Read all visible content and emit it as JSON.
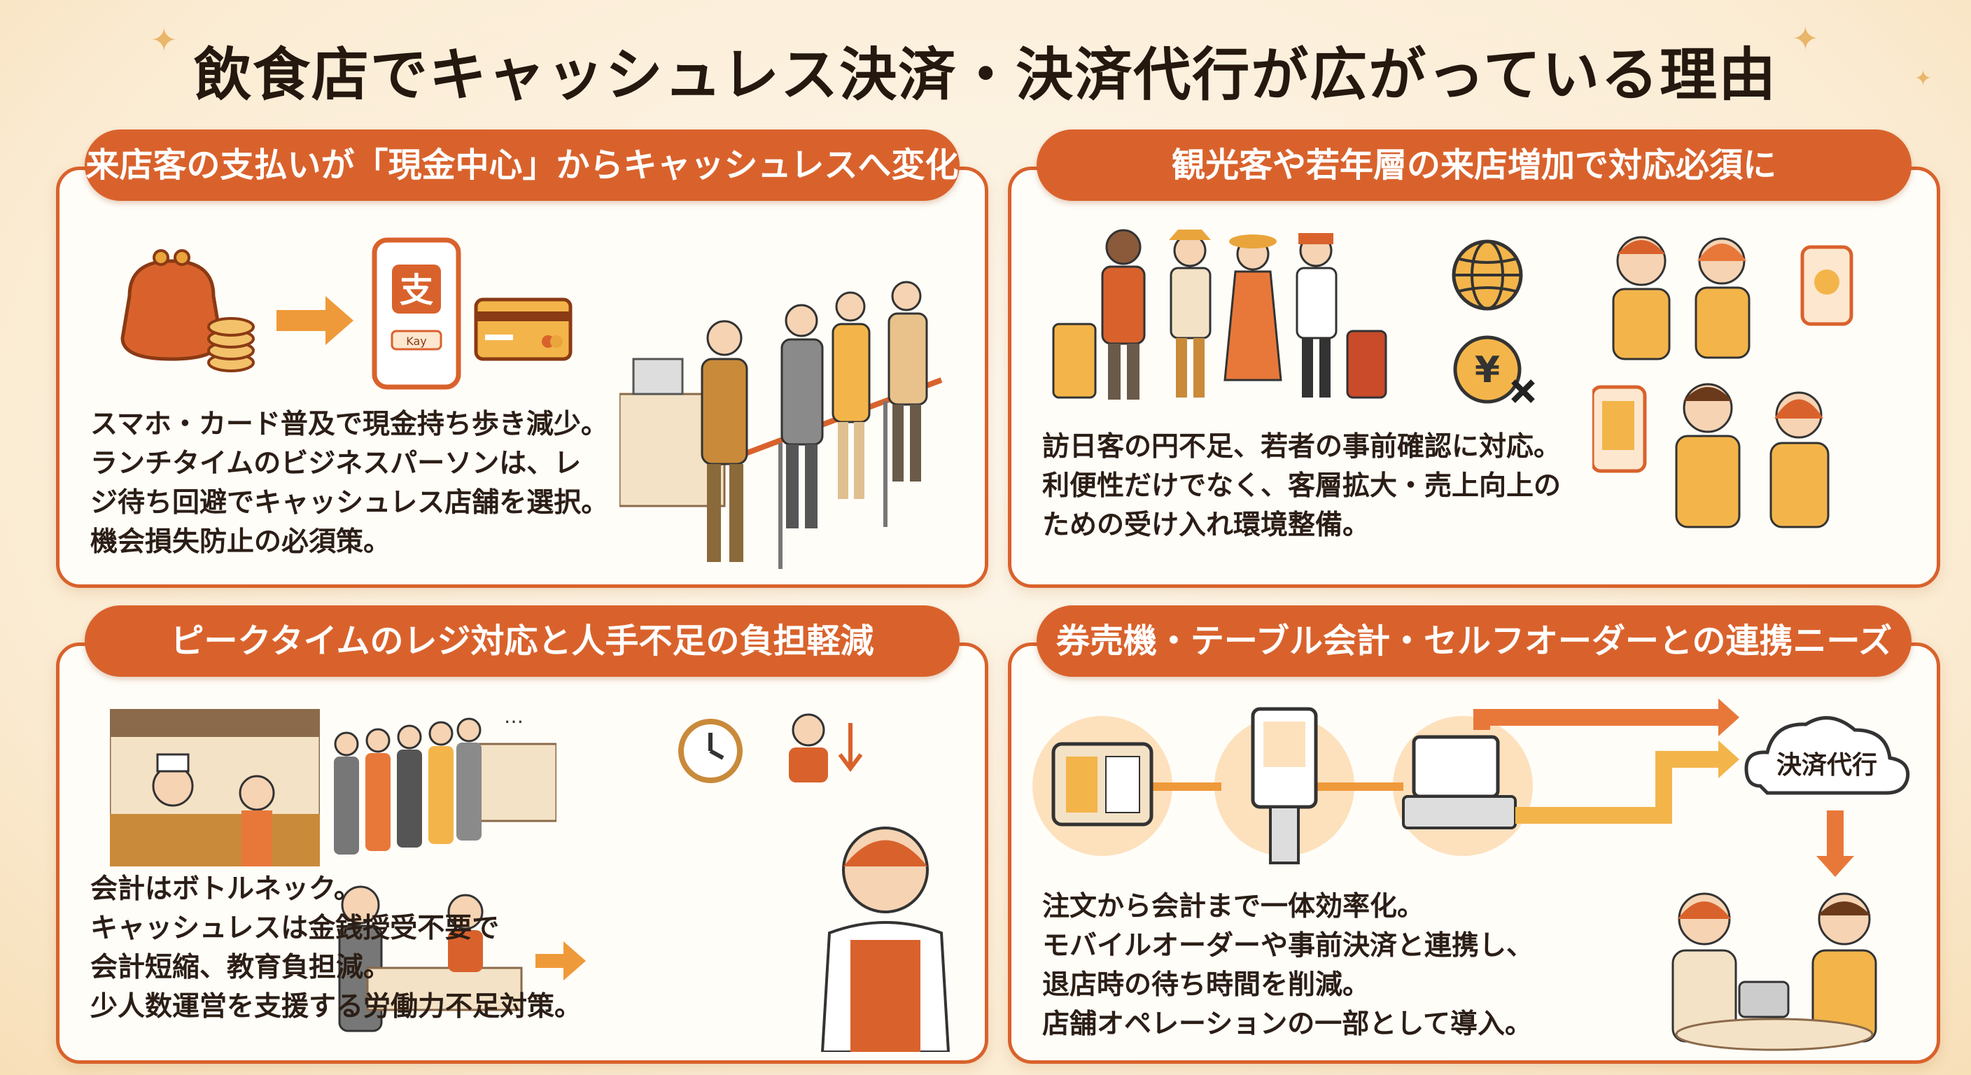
{
  "title": "飲食店でキャッシュレス決済・決済代行が広がっている理由",
  "panels": [
    {
      "header": "来店客の支払いが「現金中心」からキャッシュレスへ変化",
      "lines": [
        "スマホ・カード普及で現金持ち歩き減少。",
        "ランチタイムのビジネスパーソンは、レ",
        "ジ待ち回避でキャッシュレス店舗を選択。",
        "機会損失防止の必須策。"
      ],
      "phone_glyph": "支",
      "phone_label": "Kay"
    },
    {
      "header": "観光客や若年層の来店増加で対応必須に",
      "lines": [
        "訪日客の円不足、若者の事前確認に対応。",
        "利便性だけでなく、客層拡大・売上向上の",
        "ための受け入れ環境整備。"
      ],
      "yen_glyph": "¥"
    },
    {
      "header": "ピークタイムのレジ対応と人手不足の負担軽減",
      "lines": [
        "会計はボトルネック。",
        "キャッシュレスは金銭授受不要で",
        "会計短縮、教育負担減。",
        "少人数運営を支援する労働力不足対策。"
      ]
    },
    {
      "header": "券売機・テーブル会計・セルフオーダーとの連携ニーズ",
      "lines": [
        "注文から会計まで一体効率化。",
        "モバイルオーダーや事前決済と連携し、",
        "退店時の待ち時間を削減。",
        "店舗オペレーションの一部として導入。"
      ],
      "cloud_label": "決済代行"
    }
  ],
  "colors": {
    "accent": "#d9622c",
    "gold": "#e9a53b",
    "cream": "#fbecd4"
  }
}
